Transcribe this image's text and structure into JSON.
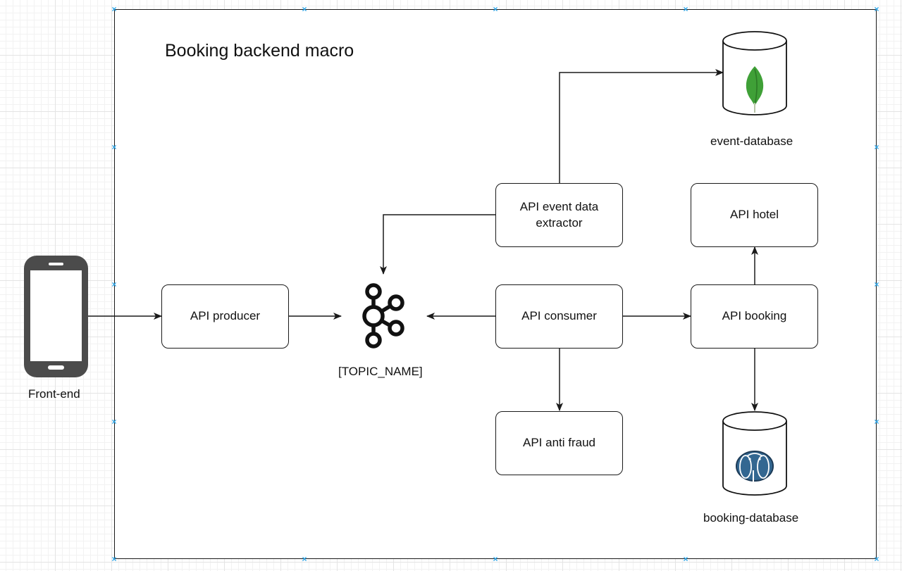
{
  "diagram": {
    "title": "Booking backend macro",
    "nodes": {
      "producer": "API producer",
      "consumer": "API consumer",
      "event_extractor": "API event data extractor",
      "anti_fraud": "API anti fraud",
      "booking": "API booking",
      "hotel": "API hotel"
    },
    "labels": {
      "frontend": "Front-end",
      "kafka_topic": "[TOPIC_NAME]",
      "event_database": "event-database",
      "booking_database": "booking-database"
    },
    "icons": {
      "frontend": "smartphone-icon",
      "kafka": "kafka-icon",
      "event_db": "mongodb-icon",
      "booking_db": "postgresql-icon"
    },
    "colors": {
      "stroke": "#1a1a1a",
      "mongodb_leaf": "#3fa037",
      "postgres_blue": "#336791",
      "selection_handle": "#2aa3e6"
    },
    "edges": [
      {
        "from": "Front-end",
        "to": "API producer"
      },
      {
        "from": "API producer",
        "to": "[TOPIC_NAME]"
      },
      {
        "from": "API consumer",
        "to": "[TOPIC_NAME]"
      },
      {
        "from": "API event data extractor",
        "to": "[TOPIC_NAME]"
      },
      {
        "from": "API event data extractor",
        "to": "event-database"
      },
      {
        "from": "API consumer",
        "to": "API booking"
      },
      {
        "from": "API consumer",
        "to": "API anti fraud"
      },
      {
        "from": "API booking",
        "to": "API hotel"
      },
      {
        "from": "API booking",
        "to": "booking-database"
      }
    ]
  }
}
